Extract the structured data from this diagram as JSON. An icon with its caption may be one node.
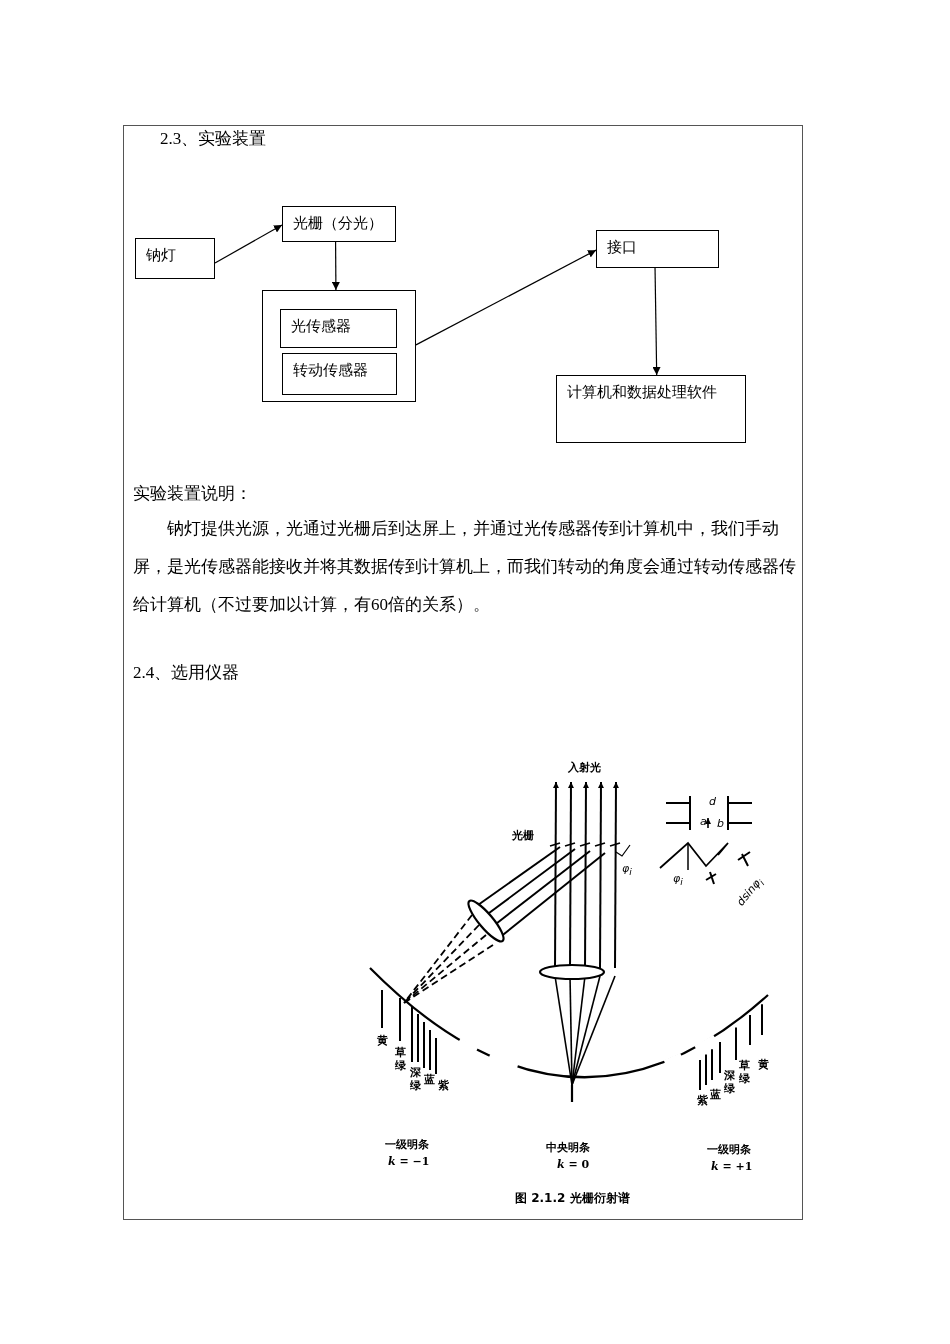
{
  "diagram": {
    "title": "2.3、实验装置",
    "caption": "图 2.1.2 光栅衍射谱",
    "nodes": [
      {
        "text": [
          "钠灯"
        ]
      },
      {
        "text": [
          "光栅（分光）"
        ]
      },
      {
        "text": [],
        "shape": "box"
      },
      {
        "text": [
          "光传感器"
        ],
        "in": 2
      },
      {
        "text": [
          "转动传感器"
        ],
        "in": 2
      },
      {
        "text": [
          "接口"
        ]
      },
      {
        "text": [
          "计算机和数据处理软件"
        ]
      }
    ],
    "edges": [
      {
        "from": 0,
        "to": 1,
        "arrow": "to"
      },
      {
        "from": 1,
        "to": 2,
        "arrow": "to"
      },
      {
        "from": 2,
        "to": 5,
        "arrow": "to"
      },
      {
        "from": 5,
        "to": 6,
        "arrow": "to"
      }
    ],
    "labels": [
      "实验装置说明：",
      "钠灯提供光源，光通过光栅后到达屏上，并通过光传感器传到计算机中，我们手动屏，是光传感器能接收并将其数据传到计算机上，而我们转动的角度会通过转动传感器传给计算机（不过要加以计算，有60倍的关系）。",
      "2.4、选用仪器",
      "入射光",
      "光栅",
      "φ$_{i}$",
      "d",
      "a",
      "b",
      "φ$_{i}$",
      "dsinφ$_{i}$",
      "黄",
      "草绿",
      "深绿",
      "蓝",
      "紫",
      "紫",
      "蓝",
      "深绿",
      "草绿",
      "黄",
      "一级明条",
      "*k* = −1",
      "中央明条",
      "*k* = 0",
      "一级明条",
      "*k* = +1"
    ]
  }
}
